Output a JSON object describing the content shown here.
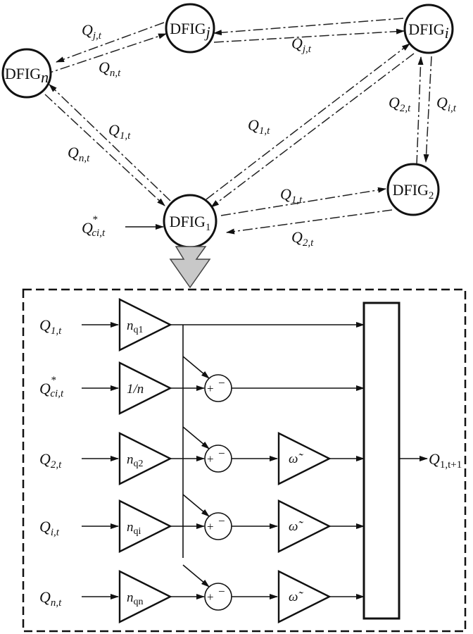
{
  "nodes": {
    "n": {
      "base": "DFIG",
      "sub": "n"
    },
    "j": {
      "base": "DFIG",
      "sub": "j"
    },
    "i": {
      "base": "DFIG",
      "sub": "i"
    },
    "two": {
      "base": "DFIG",
      "sub": "2"
    },
    "one": {
      "base": "DFIG",
      "sub": "1"
    }
  },
  "edge_labels": {
    "j_to_n": {
      "base": "Q",
      "sub": "j,t"
    },
    "n_to_j": {
      "base": "Q",
      "sub": "n,t"
    },
    "i_to_j": {
      "base": "Q",
      "sub": "j,t"
    },
    "one_to_n": {
      "base": "Q",
      "sub": "1,t"
    },
    "n_to_one": {
      "base": "Q",
      "sub": "n,t"
    },
    "one_to_i": {
      "base": "Q",
      "sub": "1,t"
    },
    "two_to_i": {
      "base": "Q",
      "sub": "2,t"
    },
    "i_to_two": {
      "base": "Q",
      "sub": "i,t"
    },
    "one_to_two": {
      "base": "Q",
      "sub": "1,t"
    },
    "two_to_one": {
      "base": "Q",
      "sub": "2,t"
    },
    "ref_in": {
      "base": "Q",
      "sup": "*",
      "sub": "ci,t"
    }
  },
  "inputs": [
    {
      "base": "Q",
      "sub": "1,t"
    },
    {
      "base": "Q",
      "sup": "*",
      "sub": "ci,t"
    },
    {
      "base": "Q",
      "sub": "2,t"
    },
    {
      "base": "Q",
      "sub": "i,t"
    },
    {
      "base": "Q",
      "sub": "n,t"
    }
  ],
  "gains": [
    {
      "base": "n",
      "sub": "q1"
    },
    {
      "base": "1/n",
      "sub": ""
    },
    {
      "base": "n",
      "sub": "q2"
    },
    {
      "base": "n",
      "sub": "qi"
    },
    {
      "base": "n",
      "sub": "qn"
    }
  ],
  "sum_signs": {
    "plus": "+",
    "minus": "−"
  },
  "omega_gain": "ω̃",
  "output": {
    "base": "Q",
    "sub": "1,t+1"
  }
}
